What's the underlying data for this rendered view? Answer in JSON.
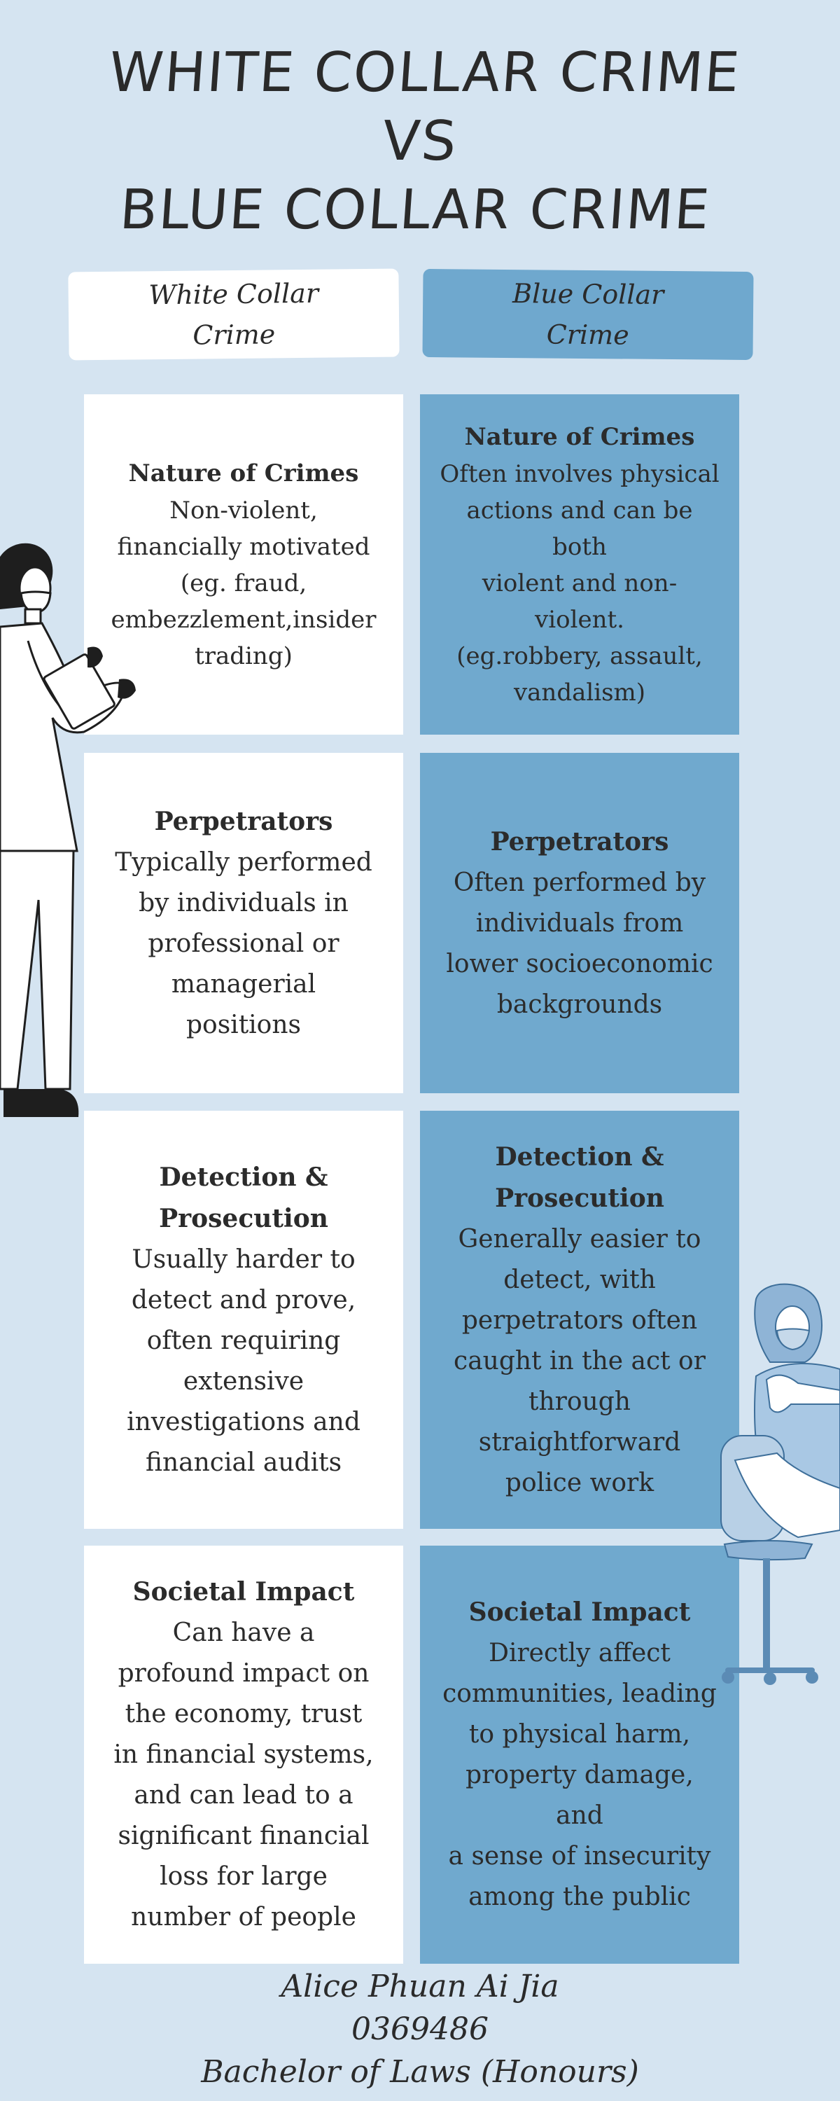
{
  "title": {
    "line1": "WHITE COLLAR CRIME",
    "line2": "VS",
    "line3": "BLUE COLLAR CRIME"
  },
  "headers": {
    "white_line1": "White Collar",
    "white_line2": "Crime",
    "blue_line1": "Blue Collar",
    "blue_line2": "Crime"
  },
  "rows": [
    {
      "white": {
        "heading": "Nature of Crimes",
        "lines": [
          "Non-violent,",
          "financially motivated",
          "(eg. fraud,",
          "embezzlement,insider",
          "trading)"
        ]
      },
      "blue": {
        "heading": "Nature of Crimes",
        "lines": [
          "Often involves physical",
          "actions and can be both",
          "violent and non-violent.",
          "(eg.robbery, assault,",
          "vandalism)"
        ]
      }
    },
    {
      "white": {
        "heading": "Perpetrators",
        "lines": [
          "Typically performed",
          "by individuals in",
          "professional or",
          "managerial",
          "positions"
        ]
      },
      "blue": {
        "heading": "Perpetrators",
        "lines": [
          "Often performed by",
          "individuals from",
          "lower socioeconomic",
          "backgrounds"
        ]
      }
    },
    {
      "white": {
        "heading_lines": [
          "Detection &",
          "Prosecution"
        ],
        "lines": [
          "Usually harder to",
          "detect and prove,",
          "often requiring",
          "extensive",
          "investigations and",
          "financial audits"
        ]
      },
      "blue": {
        "heading_lines": [
          "Detection &",
          "Prosecution"
        ],
        "lines": [
          "Generally easier to",
          "detect, with",
          "perpetrators often",
          "caught in the act or",
          "through",
          "straightforward",
          "police work"
        ]
      }
    },
    {
      "white": {
        "heading": "Societal Impact",
        "lines": [
          "Can have a",
          "profound impact on",
          "the economy, trust",
          "in financial systems,",
          "and can lead to a",
          "significant financial",
          "loss for large",
          "number of people"
        ]
      },
      "blue": {
        "heading": "Societal Impact",
        "lines": [
          "Directly affect",
          "communities, leading",
          "to physical harm,",
          "property damage, and",
          "a sense of insecurity",
          "among the public"
        ]
      }
    }
  ],
  "footer": {
    "name": "Alice Phuan Ai Jia",
    "id": "0369486",
    "program": "Bachelor of Laws (Honours)"
  },
  "colors": {
    "background": "#d5e4f1",
    "white_column": "#ffffff",
    "blue_column": "#70a9ce",
    "text": "#2b2b2b"
  },
  "icons": {
    "left": "person-with-clipboard-illustration",
    "right": "masked-person-in-chair-illustration"
  }
}
